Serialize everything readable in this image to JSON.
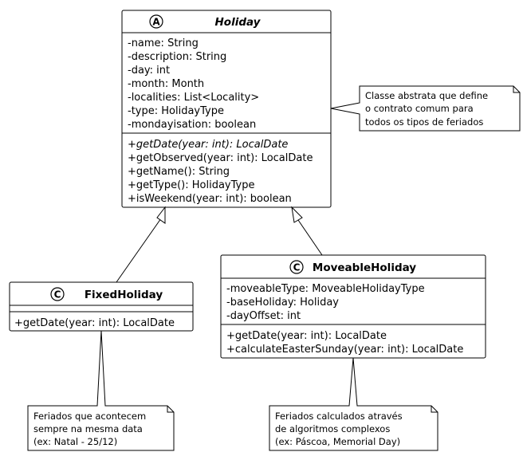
{
  "classes": {
    "holiday": {
      "name": "Holiday",
      "stereotype": "A",
      "attributes": [
        "-name: String",
        "-description: String",
        "-day: int",
        "-month: Month",
        "-localities: List<Locality>",
        "-type: HolidayType",
        "-mondayisation: boolean"
      ],
      "methods": [
        "+getDate(year: int): LocalDate",
        "+getObserved(year: int): LocalDate",
        "+getName(): String",
        "+getType(): HolidayType",
        "+isWeekend(year: int): boolean"
      ]
    },
    "fixed": {
      "name": "FixedHoliday",
      "stereotype": "C",
      "attributes": [],
      "methods": [
        "+getDate(year: int): LocalDate"
      ]
    },
    "moveable": {
      "name": "MoveableHoliday",
      "stereotype": "C",
      "attributes": [
        "-moveableType: MoveableHolidayType",
        "-baseHoliday: Holiday",
        "-dayOffset: int"
      ],
      "methods": [
        "+getDate(year: int): LocalDate",
        "+calculateEasterSunday(year: int): LocalDate"
      ]
    }
  },
  "notes": {
    "holiday": [
      "Classe abstrata que define",
      "o contrato comum para",
      "todos os tipos de feriados"
    ],
    "fixed": [
      "Feriados que acontecem",
      "sempre na mesma data",
      "(ex: Natal - 25/12)"
    ],
    "moveable": [
      "Feriados calculados através",
      "de algoritmos complexos",
      "(ex: Páscoa, Memorial Day)"
    ]
  }
}
